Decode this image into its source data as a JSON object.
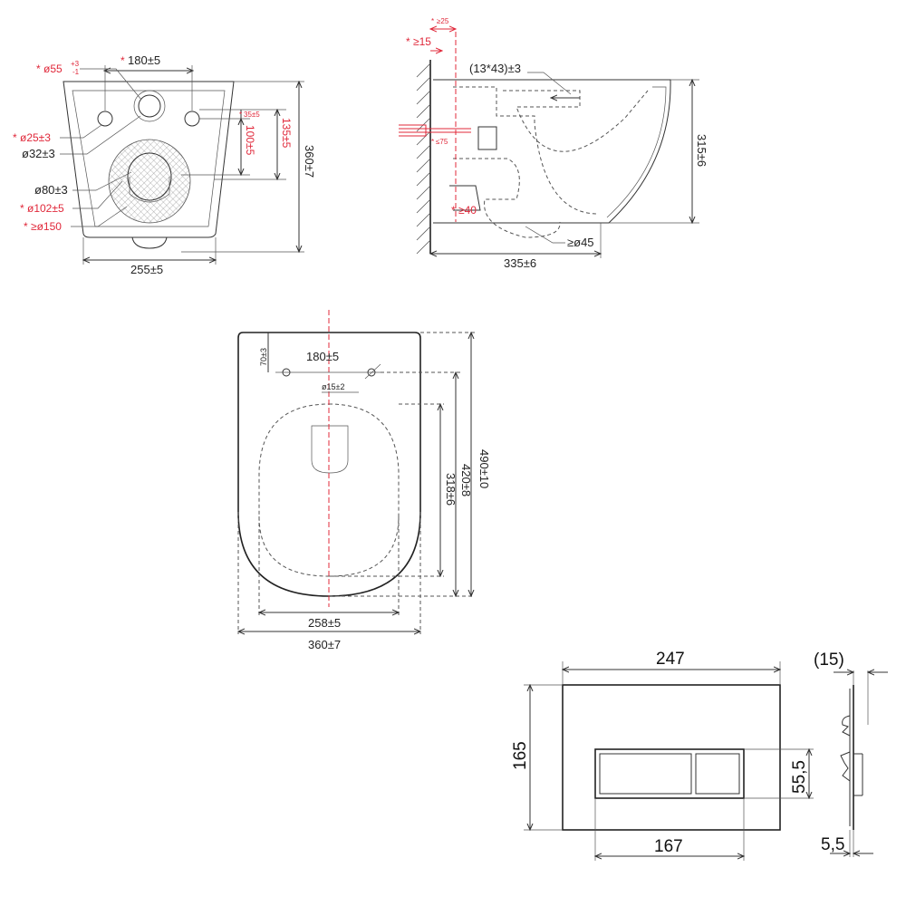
{
  "front_view": {
    "d_55": "ø55",
    "d_55_tol_up": "+3",
    "d_55_tol_dn": "-1",
    "d_180": "180±5",
    "d_25": "ø25±3",
    "d_32": "ø32±3",
    "d_80": "ø80±3",
    "d_102": "ø102±5",
    "d_150": "≥ø150",
    "d_35": "35±5",
    "d_100": "100±5",
    "d_135": "135±5",
    "d_360": "360±7",
    "d_255": "255±5",
    "star": "*"
  },
  "side_view": {
    "d_25": "≥25",
    "d_15": "≥15",
    "d_13x43": "(13*43)±3",
    "d_75": "≤75",
    "d_40": "≥40",
    "d_45": "≥ø45",
    "d_315": "315±6",
    "d_335": "335±6",
    "star": "*"
  },
  "top_view": {
    "d_70": "70±3",
    "d_180": "180±5",
    "d_15": "ø15±2",
    "d_490": "490±10",
    "d_420": "420±8",
    "d_318": "318±6",
    "d_258": "258±5",
    "d_360": "360±7"
  },
  "flush_plate": {
    "width": "247",
    "height": "165",
    "button_height": "55,5",
    "button_width": "167",
    "depth": "(15)",
    "thickness": "5,5"
  }
}
